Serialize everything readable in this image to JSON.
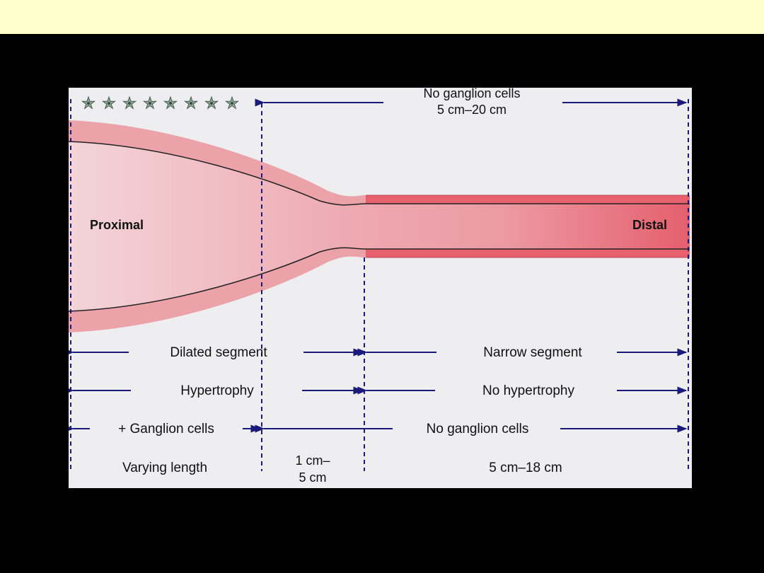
{
  "diagram": {
    "top_label": {
      "line1": "No ganglion cells",
      "line2": "5 cm–20 cm"
    },
    "proximal_label": "Proximal",
    "distal_label": "Distal",
    "rows": [
      {
        "left": "Dilated segment",
        "right": "Narrow segment"
      },
      {
        "left": "Hypertrophy",
        "right": "No hypertrophy"
      },
      {
        "left": "+ Ganglion cells",
        "right": "No ganglion cells"
      }
    ],
    "lengths": {
      "left": "Varying length",
      "middle_line1": "1 cm–",
      "middle_line2": "5 cm",
      "right": "5 cm–18 cm"
    },
    "ganglion_cell_icon_count": 8,
    "colors": {
      "background_band": "#ffffcc",
      "panel": "#eeeef0",
      "arrow": "#1a1a7a",
      "bowel_wall": "#eca2a9",
      "bowel_distal": "#e8606e"
    }
  }
}
